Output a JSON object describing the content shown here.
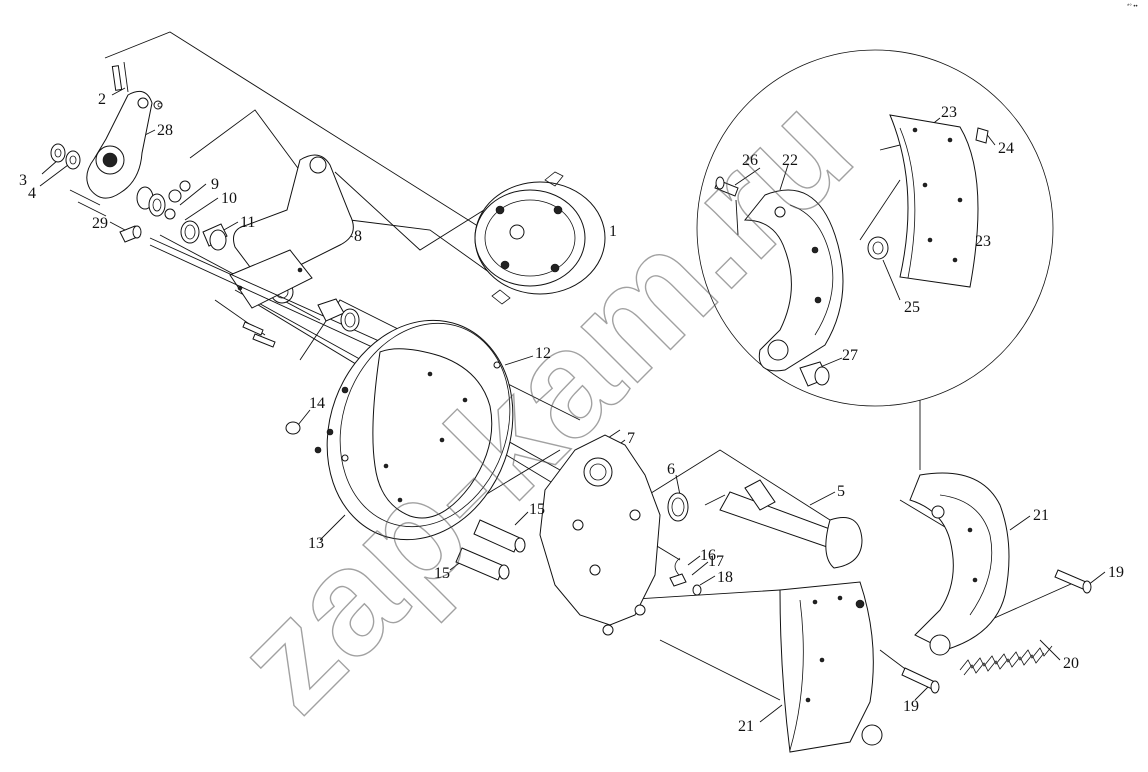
{
  "watermark": "zap-kam.ru",
  "corner_mark": "*° ••",
  "callouts": [
    "1",
    "2",
    "3",
    "4",
    "5",
    "6",
    "7",
    "8",
    "9",
    "10",
    "11",
    "12",
    "13",
    "14",
    "15",
    "15",
    "16",
    "17",
    "18",
    "19",
    "19",
    "20",
    "21",
    "21",
    "22",
    "23",
    "23",
    "24",
    "25",
    "26",
    "27",
    "28",
    "29"
  ]
}
